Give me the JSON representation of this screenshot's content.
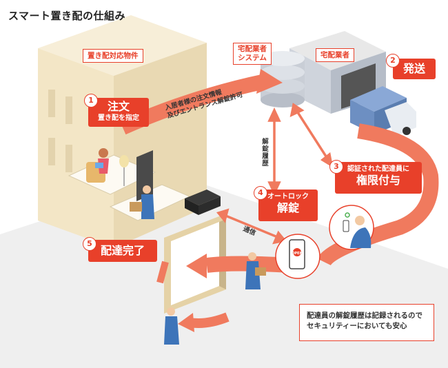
{
  "title": "スマート置き配の仕組み",
  "labels": {
    "building": "置き配対応物件",
    "system_line1": "宅配業者",
    "system_line2": "システム",
    "company": "宅配業者"
  },
  "steps": [
    {
      "num": "1",
      "title": "注文",
      "sub": "置き配を指定"
    },
    {
      "num": "2",
      "title": "発送"
    },
    {
      "num": "3",
      "sub": "認証された配達員に",
      "title": "権限付与"
    },
    {
      "num": "4",
      "sub": "オートロック",
      "title": "解錠"
    },
    {
      "num": "5",
      "title": "配達完了"
    }
  ],
  "notes": {
    "resident_info_line1": "入居者様の注文情報",
    "resident_info_line2": "及びエントランス解錠許可",
    "unlock_history": "解錠履歴",
    "communication": "通信"
  },
  "phone_text": "OPEN",
  "infobox": {
    "line1": "配達員の解錠履歴は記録されるので",
    "line2": "セキュリティーにおいても安心"
  },
  "colors": {
    "accent": "#e8402a",
    "arrow": "#f07a5e",
    "building": "#f1e4c4",
    "van": "#6d8fc2",
    "worker": "#3d74b9"
  }
}
